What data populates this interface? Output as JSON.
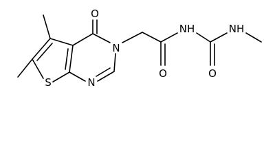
{
  "molecule": {
    "atoms": {
      "O_top": "O",
      "N3": "N",
      "S": "S",
      "N1": "N",
      "NH_imide": "NH",
      "O_amide": "O",
      "NH_methyl": "NH",
      "O_urea": "O"
    }
  },
  "colors": {
    "bond": "#000000",
    "label": "#000000",
    "background": "#ffffff"
  }
}
